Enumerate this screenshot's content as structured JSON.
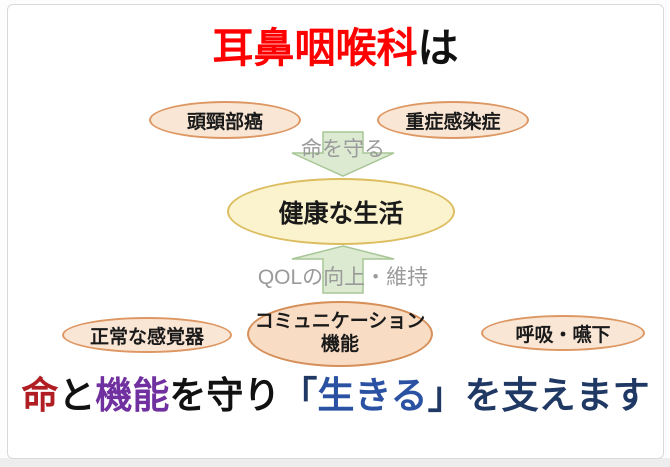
{
  "slide": {
    "title": {
      "highlight": "耳鼻咽喉科",
      "suffix": "は"
    },
    "ellipses": {
      "head_neck_cancer": "頭頸部癌",
      "severe_infection": "重症感染症",
      "healthy_life": "健康な生活",
      "normal_sensory": "正常な感覚器",
      "communication_line1": "コミュニケーション",
      "communication_line2": "機能",
      "breathing_swallowing": "呼吸・嚥下"
    },
    "arrows": {
      "down_label": "命を守る",
      "up_label": "QOLの向上・維持"
    },
    "bottom_statement": {
      "life": "命",
      "and": "と",
      "function": "機能",
      "protect": "を守り",
      "open_bracket": "「",
      "live": "生きる",
      "close_and_support": "」を支えます"
    },
    "colors": {
      "title_red": "#ff0000",
      "life_dark_red": "#b01e23",
      "function_purple": "#7030a0",
      "live_blue": "#2b51a3",
      "statement_navy": "#1f3864",
      "small_ellipse_fill": "#fae6d5",
      "small_ellipse_border": "#dd9763",
      "communication_ellipse_fill": "#f8dcc4",
      "center_ellipse_fill": "#faf3cd",
      "center_ellipse_border": "#dcbd60",
      "arrow_fill": "#dcead2",
      "arrow_border": "#a8c696",
      "arrow_label_gray": "#9a9a9a"
    }
  }
}
